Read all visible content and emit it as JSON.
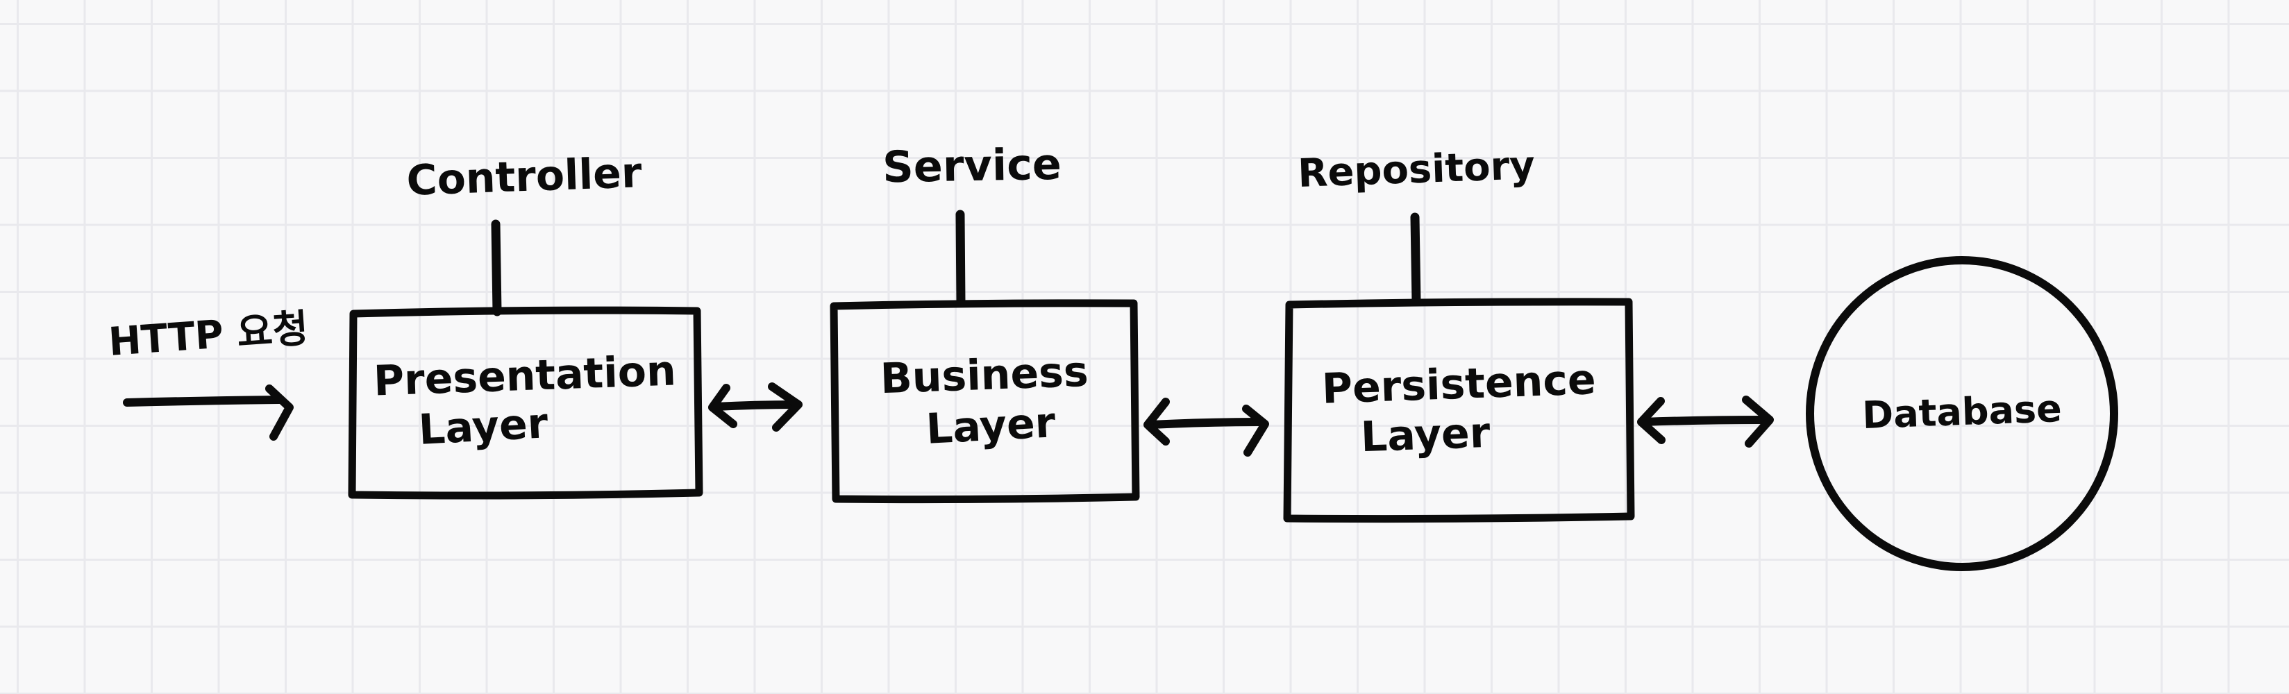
{
  "canvas": {
    "background_color": "#f8f8f9",
    "grid_color": "#e9e9ed",
    "ink_color": "#0b0b0b"
  },
  "request": {
    "label": "HTTP 요청"
  },
  "layers": [
    {
      "annotation": "Controller",
      "title": "Presentation",
      "subtitle": "Layer"
    },
    {
      "annotation": "Service",
      "title": "Business",
      "subtitle": "Layer"
    },
    {
      "annotation": "Repository",
      "title": "Persistence",
      "subtitle": "Layer"
    }
  ],
  "database": {
    "label": "Database"
  }
}
